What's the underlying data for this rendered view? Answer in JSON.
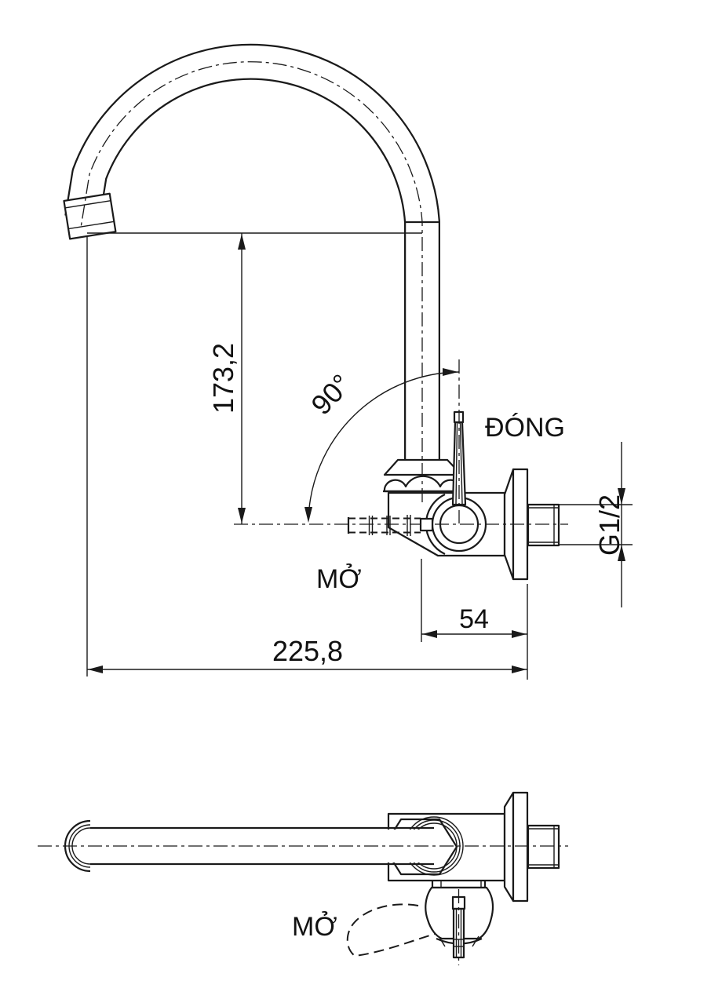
{
  "document": {
    "title": "Wall-mounted gooseneck faucet technical drawing",
    "background": "#ffffff",
    "line_color": "#1a1a1a"
  },
  "dimensions": {
    "spout_height": "173,2",
    "swing_angle": "90°",
    "wall_distance": "54",
    "total_reach": "225,8",
    "thread": "G1/2"
  },
  "labels": {
    "closed": "ĐÓNG",
    "open_front": "MỞ",
    "open_top": "MỞ"
  }
}
